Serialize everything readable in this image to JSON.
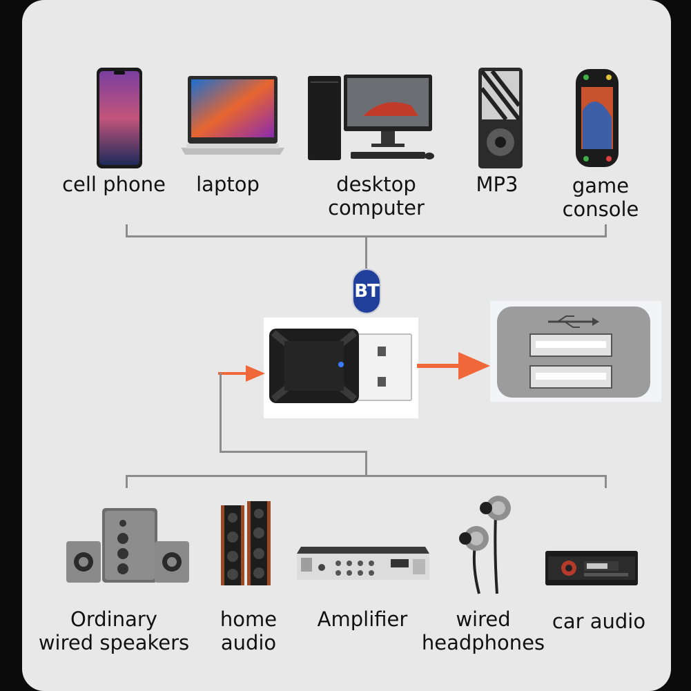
{
  "top_devices": [
    {
      "id": "cell-phone",
      "label_lines": [
        "cell phone"
      ]
    },
    {
      "id": "laptop",
      "label_lines": [
        "laptop"
      ]
    },
    {
      "id": "desktop-computer",
      "label_lines": [
        "desktop",
        "computer"
      ]
    },
    {
      "id": "mp3",
      "label_lines": [
        "MP3"
      ]
    },
    {
      "id": "game-console",
      "label_lines": [
        "game",
        "console"
      ]
    }
  ],
  "center": {
    "bt_badge": "BT"
  },
  "bottom_devices": [
    {
      "id": "ordinary-wired-speakers",
      "label_lines": [
        "Ordinary",
        "wired speakers"
      ]
    },
    {
      "id": "home-audio",
      "label_lines": [
        "home",
        "audio"
      ]
    },
    {
      "id": "amplifier",
      "label_lines": [
        "Amplifier"
      ]
    },
    {
      "id": "wired-headphones",
      "label_lines": [
        "wired",
        "headphones"
      ]
    },
    {
      "id": "car-audio",
      "label_lines": [
        "car audio"
      ]
    }
  ],
  "colors": {
    "arrow": "#f0673a",
    "bt_badge": "#1f3f9a",
    "line": "#8c8c8c"
  }
}
